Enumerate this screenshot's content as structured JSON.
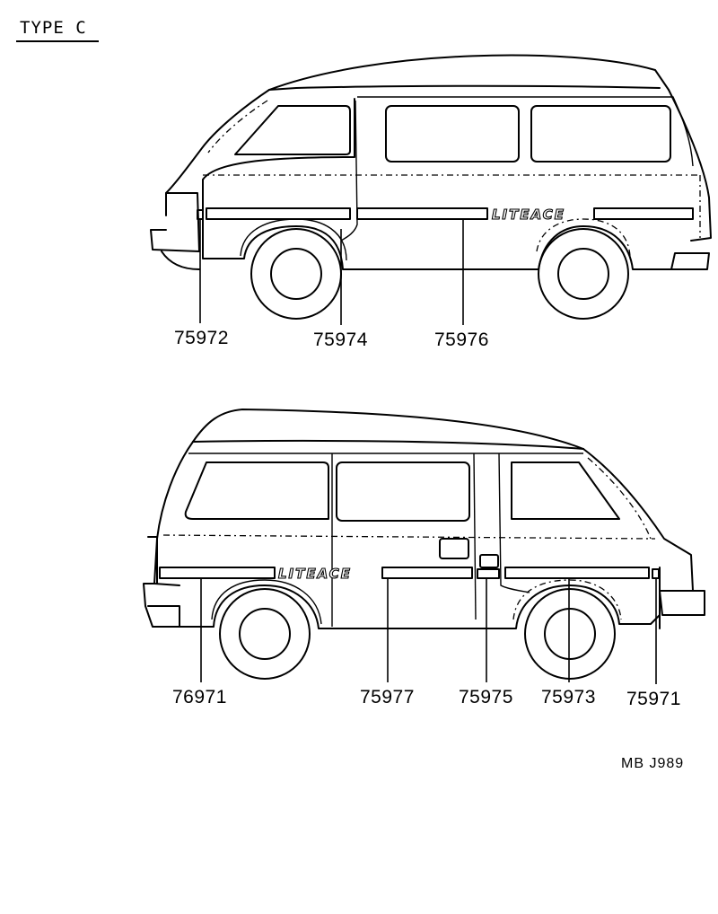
{
  "header": {
    "title": "TYPE  C"
  },
  "diagram_top": {
    "logo_text": "LITEACE",
    "labels": [
      "75972",
      "75974",
      "75976"
    ]
  },
  "diagram_bottom": {
    "logo_text": "LITEACE",
    "labels": [
      "76971",
      "75977",
      "75975",
      "75973",
      "75971"
    ]
  },
  "footer": {
    "ref_code": "MB  J989"
  }
}
